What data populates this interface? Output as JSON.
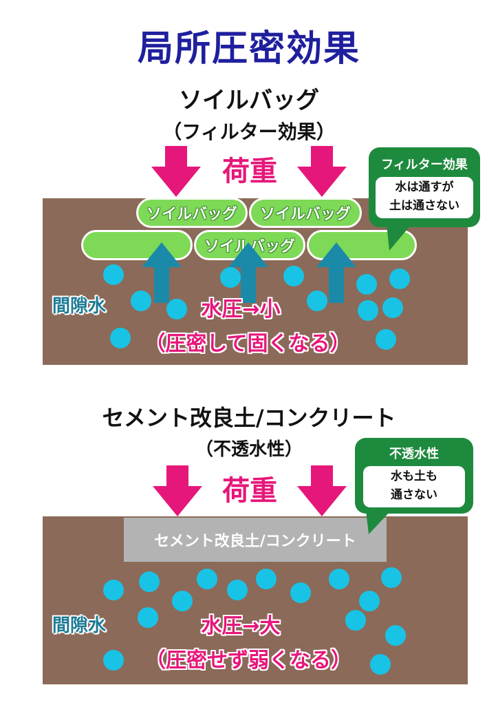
{
  "title": "局所圧密効果",
  "section1": {
    "heading": "ソイルバッグ",
    "subheading": "（フィルター効果）",
    "load_label": "荷重",
    "bags": [
      "ソイルバッグ",
      "ソイルバッグ",
      "ソイルバッグ"
    ],
    "callout_title": "フィルター効果",
    "callout_lines": [
      "水は通すが",
      "土は通さない"
    ],
    "water_label": "間隙水",
    "pressure_line1": "水圧→小",
    "pressure_line2": "（圧密して固くなる）",
    "colors": {
      "soil": "#8b6a59",
      "bag": "#7ed957",
      "water": "#19c3e6",
      "up_arrow": "#1b8aa8",
      "load_arrow": "#e6177a",
      "callout": "#1e8a3e"
    }
  },
  "section2": {
    "heading": "セメント改良土/コンクリート",
    "subheading": "（不透水性）",
    "load_label": "荷重",
    "block_label": "セメント改良土/コンクリート",
    "callout_title": "不透水性",
    "callout_lines": [
      "水も土も",
      "通さない"
    ],
    "water_label": "間隙水",
    "pressure_line1": "水圧→大",
    "pressure_line2": "（圧密せず弱くなる）",
    "colors": {
      "soil": "#8b6a59",
      "block": "#b3b3b3",
      "water": "#19c3e6",
      "load_arrow": "#e6177a",
      "callout": "#1e8a3e"
    }
  }
}
